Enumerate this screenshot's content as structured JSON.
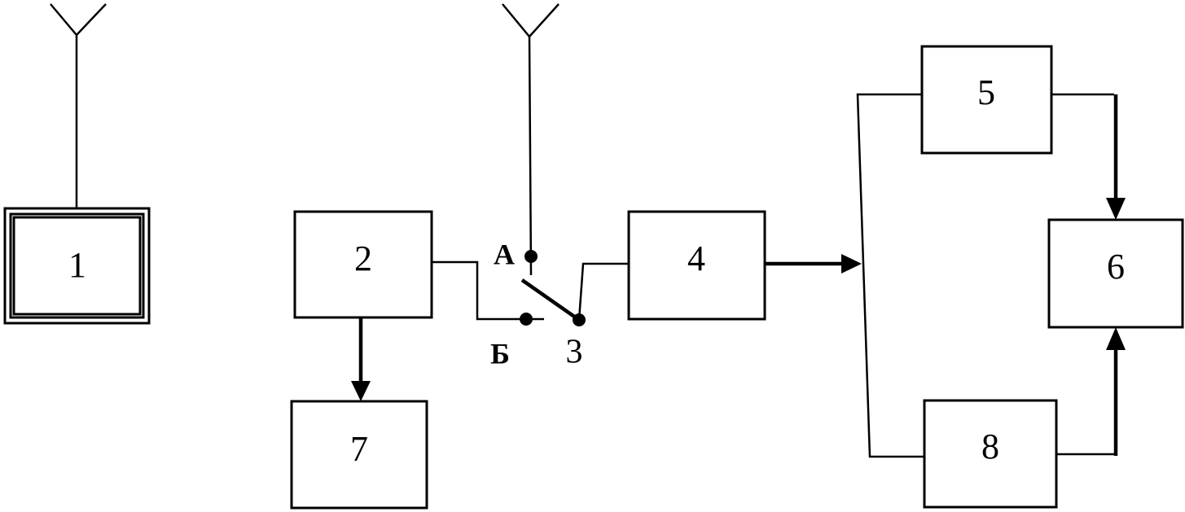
{
  "blocks": {
    "b1": "1",
    "b2": "2",
    "b3": "3",
    "b4": "4",
    "b5": "5",
    "b6": "6",
    "b7": "7",
    "b8": "8"
  },
  "switch": {
    "contact_a": "А",
    "contact_b": "Б"
  },
  "colors": {
    "stroke": "#000000",
    "background": "#ffffff"
  }
}
